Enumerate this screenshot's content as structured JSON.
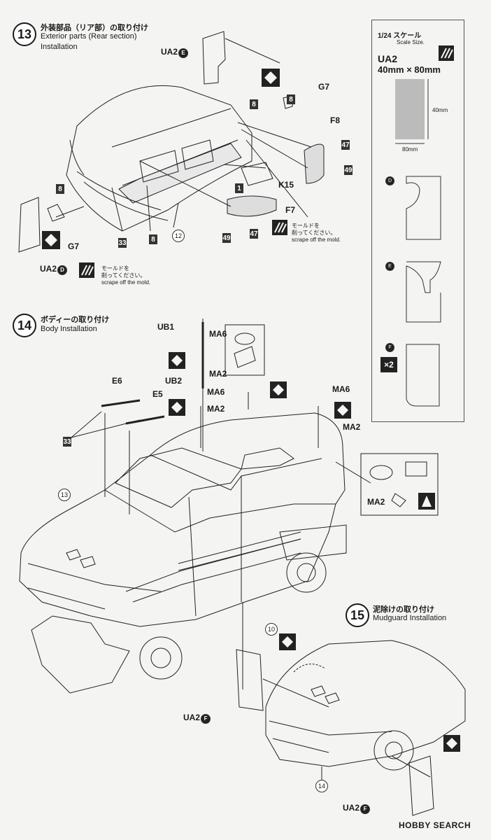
{
  "steps": {
    "s13": {
      "number": "13",
      "title_jp": "外装部品（リア部）の取り付け",
      "title_en_1": "Exterior parts (Rear section)",
      "title_en_2": "Installation"
    },
    "s14": {
      "number": "14",
      "title_jp": "ボディーの取り付け",
      "title_en": "Body Installation"
    },
    "s15": {
      "number": "15",
      "title_jp": "泥除けの取り付け",
      "title_en": "Mudguard Installation"
    }
  },
  "labels13": {
    "ua2e": "UA2",
    "ua2e_mark": "E",
    "g7_top": "G7",
    "f8": "F8",
    "k15": "K15",
    "f7": "F7",
    "g7_left": "G7",
    "ua2d": "UA2",
    "ua2d_mark": "D",
    "n8a": "8",
    "n8b": "8",
    "n8c": "8",
    "n8d": "8",
    "n47a": "47",
    "n47b": "47",
    "n49a": "49",
    "n49b": "49",
    "n1": "1",
    "n33": "33",
    "n12": "12"
  },
  "notes": {
    "mold_jp_1": "モールドを",
    "mold_jp_2": "削ってください。",
    "mold_en": "scrape off the mold."
  },
  "labels14": {
    "ub1": "UB1",
    "ub2": "UB2",
    "ma6_a": "MA6",
    "ma6_b": "MA6",
    "ma6_c": "MA6",
    "ma2_a": "MA2",
    "ma2_b": "MA2",
    "ma2_c": "MA2",
    "ma2_d": "MA2",
    "e6": "E6",
    "e5": "E5",
    "n33": "33",
    "n13": "13",
    "n10": "10"
  },
  "labels15": {
    "ua2f_a": "UA2",
    "ua2f_b": "UA2",
    "f_mark": "F",
    "n14": "14"
  },
  "scale": {
    "title": "1/24 スケール",
    "subtitle": "Scale Size.",
    "part": "UA2",
    "dims": "40mm × 80mm",
    "h": "40mm",
    "w": "80mm",
    "d": "D",
    "e": "E",
    "f": "F",
    "qty": "×2"
  },
  "footer": {
    "brand": "HOBBY SEARCH"
  }
}
